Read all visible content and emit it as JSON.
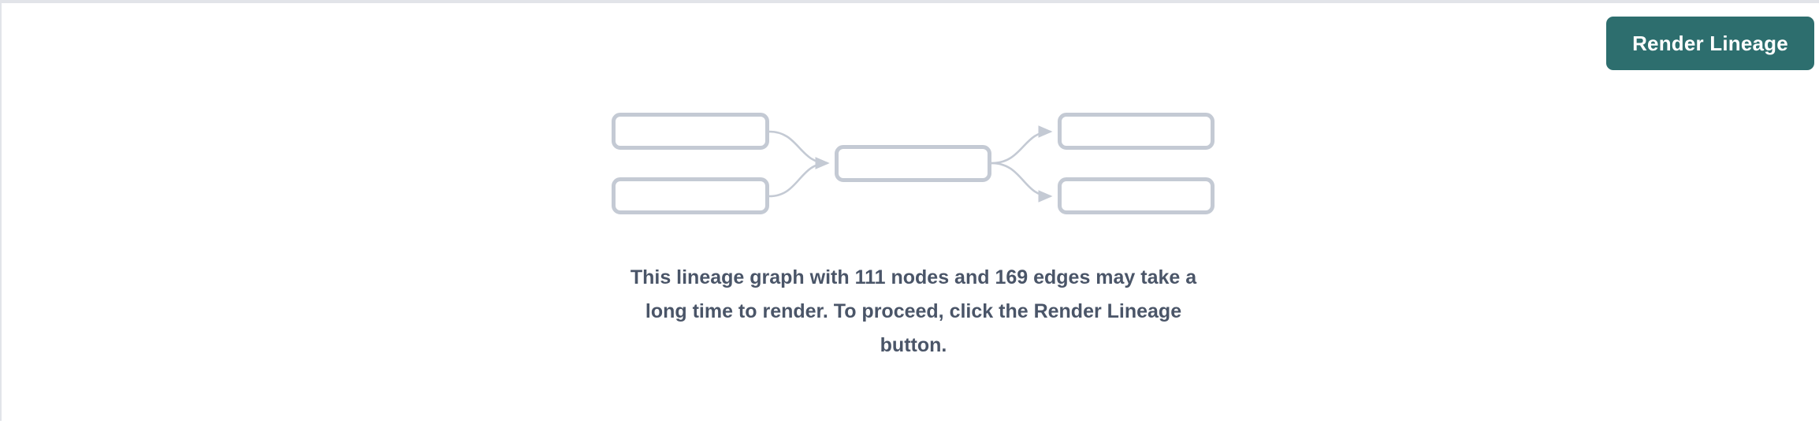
{
  "panel": {
    "background_color": "#ffffff",
    "border_color": "#e2e4e9"
  },
  "toolbar": {
    "render_lineage_label": "Render Lineage",
    "render_lineage_color": "#2d6e6e",
    "render_lineage_text_color": "#ffffff"
  },
  "placeholder_graph": {
    "node_border_color": "#c4cad4",
    "edge_color": "#c4cad4",
    "nodes": [
      {
        "id": "source-a",
        "label": ""
      },
      {
        "id": "source-b",
        "label": ""
      },
      {
        "id": "center",
        "label": ""
      },
      {
        "id": "target-a",
        "label": ""
      },
      {
        "id": "target-b",
        "label": ""
      }
    ],
    "edges": [
      {
        "from": "source-a",
        "to": "center"
      },
      {
        "from": "source-b",
        "to": "center"
      },
      {
        "from": "center",
        "to": "target-a"
      },
      {
        "from": "center",
        "to": "target-b"
      }
    ]
  },
  "warning": {
    "message": "This lineage graph with 111 nodes and 169 edges may take a long time to render. To proceed, click the Render Lineage button.",
    "node_count": 111,
    "edge_count": 169,
    "text_color": "#4a5568"
  }
}
